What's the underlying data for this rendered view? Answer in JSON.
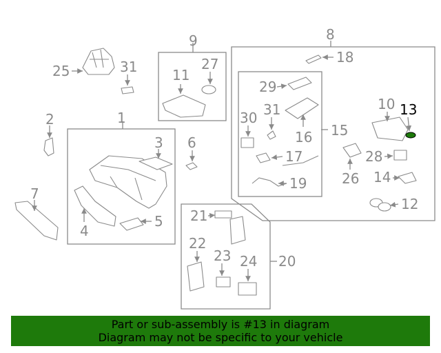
{
  "callouts": {
    "c1": "1",
    "c2": "2",
    "c3": "3",
    "c4": "4",
    "c5": "5",
    "c6": "6",
    "c7": "7",
    "c8": "8",
    "c9": "9",
    "c10": "10",
    "c11": "11",
    "c12": "12",
    "c13": "13",
    "c14": "14",
    "c15": "15",
    "c16": "16",
    "c17": "17",
    "c18": "18",
    "c19": "19",
    "c20": "20",
    "c21": "21",
    "c22": "22",
    "c23": "23",
    "c24": "24",
    "c25": "25",
    "c26": "26",
    "c27": "27",
    "c28": "28",
    "c29": "29",
    "c30": "30",
    "c31a": "31",
    "c31b": "31"
  },
  "highlight": {
    "part_number": "13",
    "color": "#1e7a0b"
  },
  "banner": {
    "line1": "Part or sub-assembly is #13 in diagram",
    "line2": "Diagram may not be specific to your vehicle",
    "background": "#1e7a0b"
  }
}
